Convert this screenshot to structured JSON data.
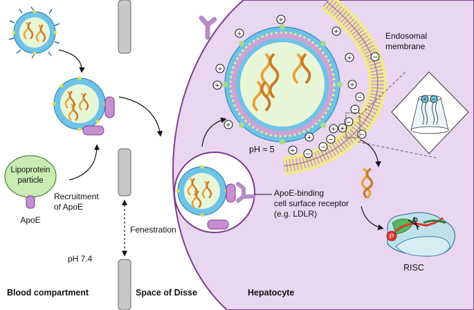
{
  "labels": {
    "blood_compartment": "Blood compartment",
    "space_of_disse": "Space of Disse",
    "hepatocyte": "Hepatocyte",
    "lipoprotein_line1": "Lipoprotein",
    "lipoprotein_line2": "particle",
    "apoe": "ApoE",
    "recruitment_line1": "Recruitment",
    "recruitment_line2": "of ApoE",
    "fenestration": "Fenestration",
    "ph_blood": "pH 7.4",
    "ph_endosome": "pH ≈ 5",
    "receptor_line1": "ApoE-binding",
    "receptor_line2": "cell surface receptor",
    "receptor_line3": "(e.g. LDLR)",
    "endosomal_line1": "Endosomal",
    "endosomal_line2": "membrane",
    "risc": "RISC",
    "risc_p": "P"
  },
  "charges": {
    "plus": "+",
    "minus": "−"
  },
  "colors": {
    "hepatocyte_fill": "#e9d6f0",
    "hepatocyte_edge": "#7c3a8c",
    "lipid_blue": "#6fc3e6",
    "core_green": "#e8f6d8",
    "apoe_purple": "#c58fd2",
    "sirna_orange": "#e8a33a",
    "wall_gray": "#c8c8c8",
    "lipoprotein_green": "#c9ecb3",
    "risc_blue": "#bfe1ec",
    "risc_green": "#58b560",
    "risc_red": "#e0362c"
  }
}
